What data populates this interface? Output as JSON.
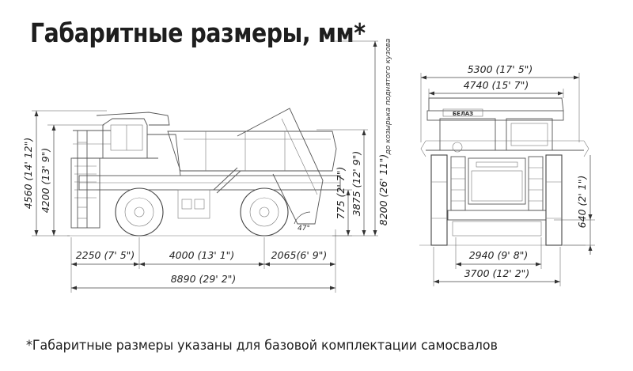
{
  "title": "Габаритные размеры, мм*",
  "footnote": "*Габаритные размеры указаны для базовой комплектации самосвалов",
  "side_view": {
    "height_total": "4560 (14' 12\")",
    "height_cab": "4200 (13' 9\")",
    "body_lip": "775 (2' 7\")",
    "body_rear": "3875 (12' 9\")",
    "height_raised": "8200 (26' 11\")",
    "raised_note": "до козырька поднятого кузова",
    "angle": "47°",
    "front_overhang": "2250 (7' 5\")",
    "wheelbase": "4000 (13' 1\")",
    "rear_overhang": "2065(6' 9\")",
    "length_total": "8890 (29' 2\")"
  },
  "front_view": {
    "width_total": "5300 (17' 5\")",
    "width_body": "4740 (15' 7\")",
    "ground_clearance": "640 (2' 1\")",
    "track_inner": "2940 (9' 8\")",
    "track_outer": "3700 (12' 2\")",
    "brand": "БЕЛАЗ"
  }
}
